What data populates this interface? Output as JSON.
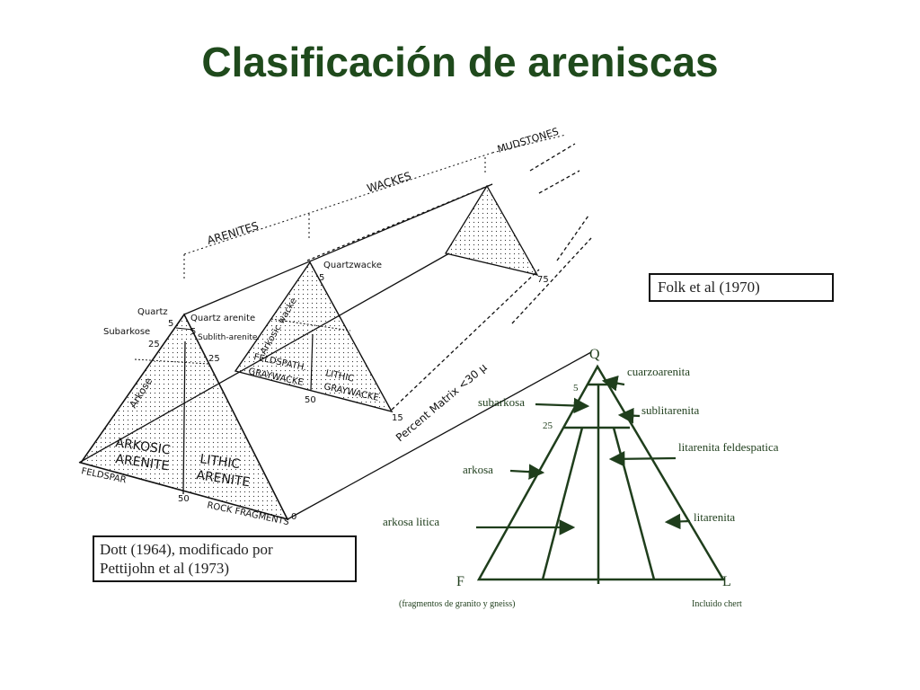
{
  "title": "Clasificación de areniscas",
  "dott": {
    "caption_line1": "Dott (1964), modificado por",
    "caption_line2": "Pettijohn et al (1973)",
    "groups": {
      "arenites": "ARENITES",
      "wackes": "WACKES",
      "mudstones": "MUDSTONES"
    },
    "matrix_axis": "Percent Matrix <30 μ",
    "front": {
      "quartz": "Quartz",
      "quartz_arenite": "Quartz arenite",
      "subarkose": "Subarkose",
      "sublitharenite": "Sublith-arenite",
      "arkose": "Arkose",
      "arkosic_arenite_1": "ARKOSIC",
      "arkosic_arenite_2": "ARENITE",
      "lithic_arenite_1": "LITHIC",
      "lithic_arenite_2": "ARENITE",
      "feldspar": "FELDSPAR",
      "rock_fragments": "ROCK FRAGMENTS",
      "n5": "5",
      "n5b": "5",
      "n25": "25",
      "n25b": "25",
      "n50": "50",
      "n0": "0"
    },
    "middle": {
      "quartzwacke": "Quartzwacke",
      "arkosic_wacke": "Arkosic wacke",
      "feldspath_1": "FELDSPATH.",
      "feldspath_2": "GRAYWACKE",
      "lithic_1": "LITHIC",
      "lithic_2": "GRAYWACKE",
      "n5": "5",
      "n50": "50",
      "n15": "15"
    },
    "back": {
      "n75": "75"
    }
  },
  "folk": {
    "caption": "Folk et al (1970)",
    "vertex_q": "Q",
    "vertex_f": "F",
    "vertex_l": "L",
    "tick_5": "5",
    "tick_25": "25",
    "labels": {
      "cuarzoarenita": "cuarzoarenita",
      "subarkosa": "subarkosa",
      "sublitarenita": "sublitarenita",
      "litarenita_feldespatica": "litarenita feldespatica",
      "arkosa": "arkosa",
      "arkosa_litica": "arkosa litica",
      "litarenita": "litarenita"
    },
    "note_f": "(fragmentos de granito y gneiss)",
    "note_l": "Incluido chert"
  }
}
